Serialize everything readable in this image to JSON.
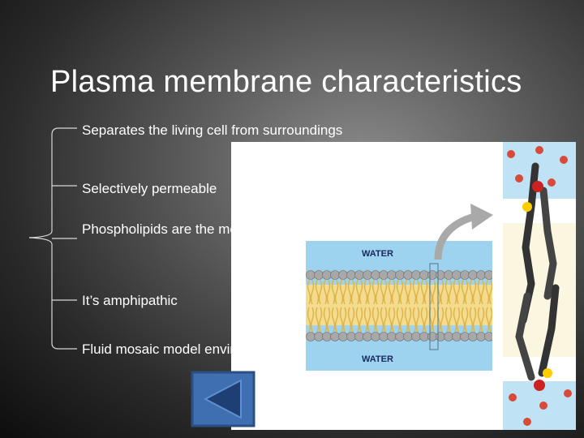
{
  "slide": {
    "title": "Plasma membrane characteristics",
    "bullets": [
      "Separates the living cell from surroundings",
      "Selectively permeable",
      "Phospholipids are the most abundant lipids",
      "It’s amphipathic",
      "Fluid mosaic model environment"
    ]
  },
  "figure": {
    "water_top_label": "WATER",
    "water_bottom_label": "WATER",
    "colors": {
      "water": "#9dd3ee",
      "heads": "#a8a8a8",
      "tails": "#e8c35c",
      "arrow": "#a9a9a9"
    }
  },
  "nav": {
    "back_icon": "triangle-left-icon",
    "colors": {
      "fill": "#3f6fb0",
      "arrow": "#1d3f73"
    }
  }
}
